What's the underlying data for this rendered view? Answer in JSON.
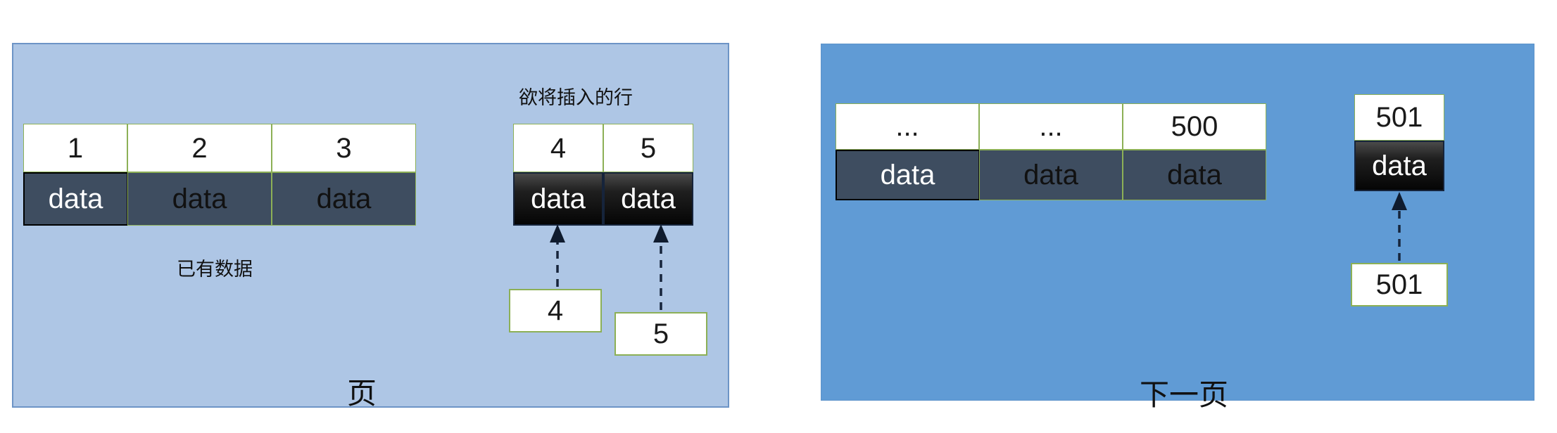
{
  "diagram": {
    "title_hidden": "",
    "colors": {
      "left_panel_bg": "#aec6e5",
      "left_panel_border": "#6d94c6",
      "right_panel_bg": "#609bd5",
      "cell_border_green": "#8cb056",
      "data_cell_bg": "#3e4d60",
      "highlight_cell_bg": "#0b0b0b",
      "text_dark": "#111111",
      "text_light": "#ffffff"
    }
  },
  "left_panel": {
    "caption": "页",
    "existing_label": "已有数据",
    "insert_label": "欲将插入的行",
    "existing_table": {
      "keys": [
        "1",
        "2",
        "3"
      ],
      "data": [
        "data",
        "data",
        "data"
      ]
    },
    "insert_table": {
      "keys": [
        "4",
        "5"
      ],
      "data": [
        "data",
        "data"
      ]
    },
    "source_boxes": [
      {
        "value": "4"
      },
      {
        "value": "5"
      }
    ]
  },
  "right_panel": {
    "caption": "下一页",
    "existing_table": {
      "keys": [
        "...",
        "...",
        "500"
      ],
      "data": [
        "data",
        "data",
        "data"
      ]
    },
    "insert_table": {
      "keys": [
        "501"
      ],
      "data": [
        "data"
      ]
    },
    "source_boxes": [
      {
        "value": "501"
      }
    ]
  }
}
